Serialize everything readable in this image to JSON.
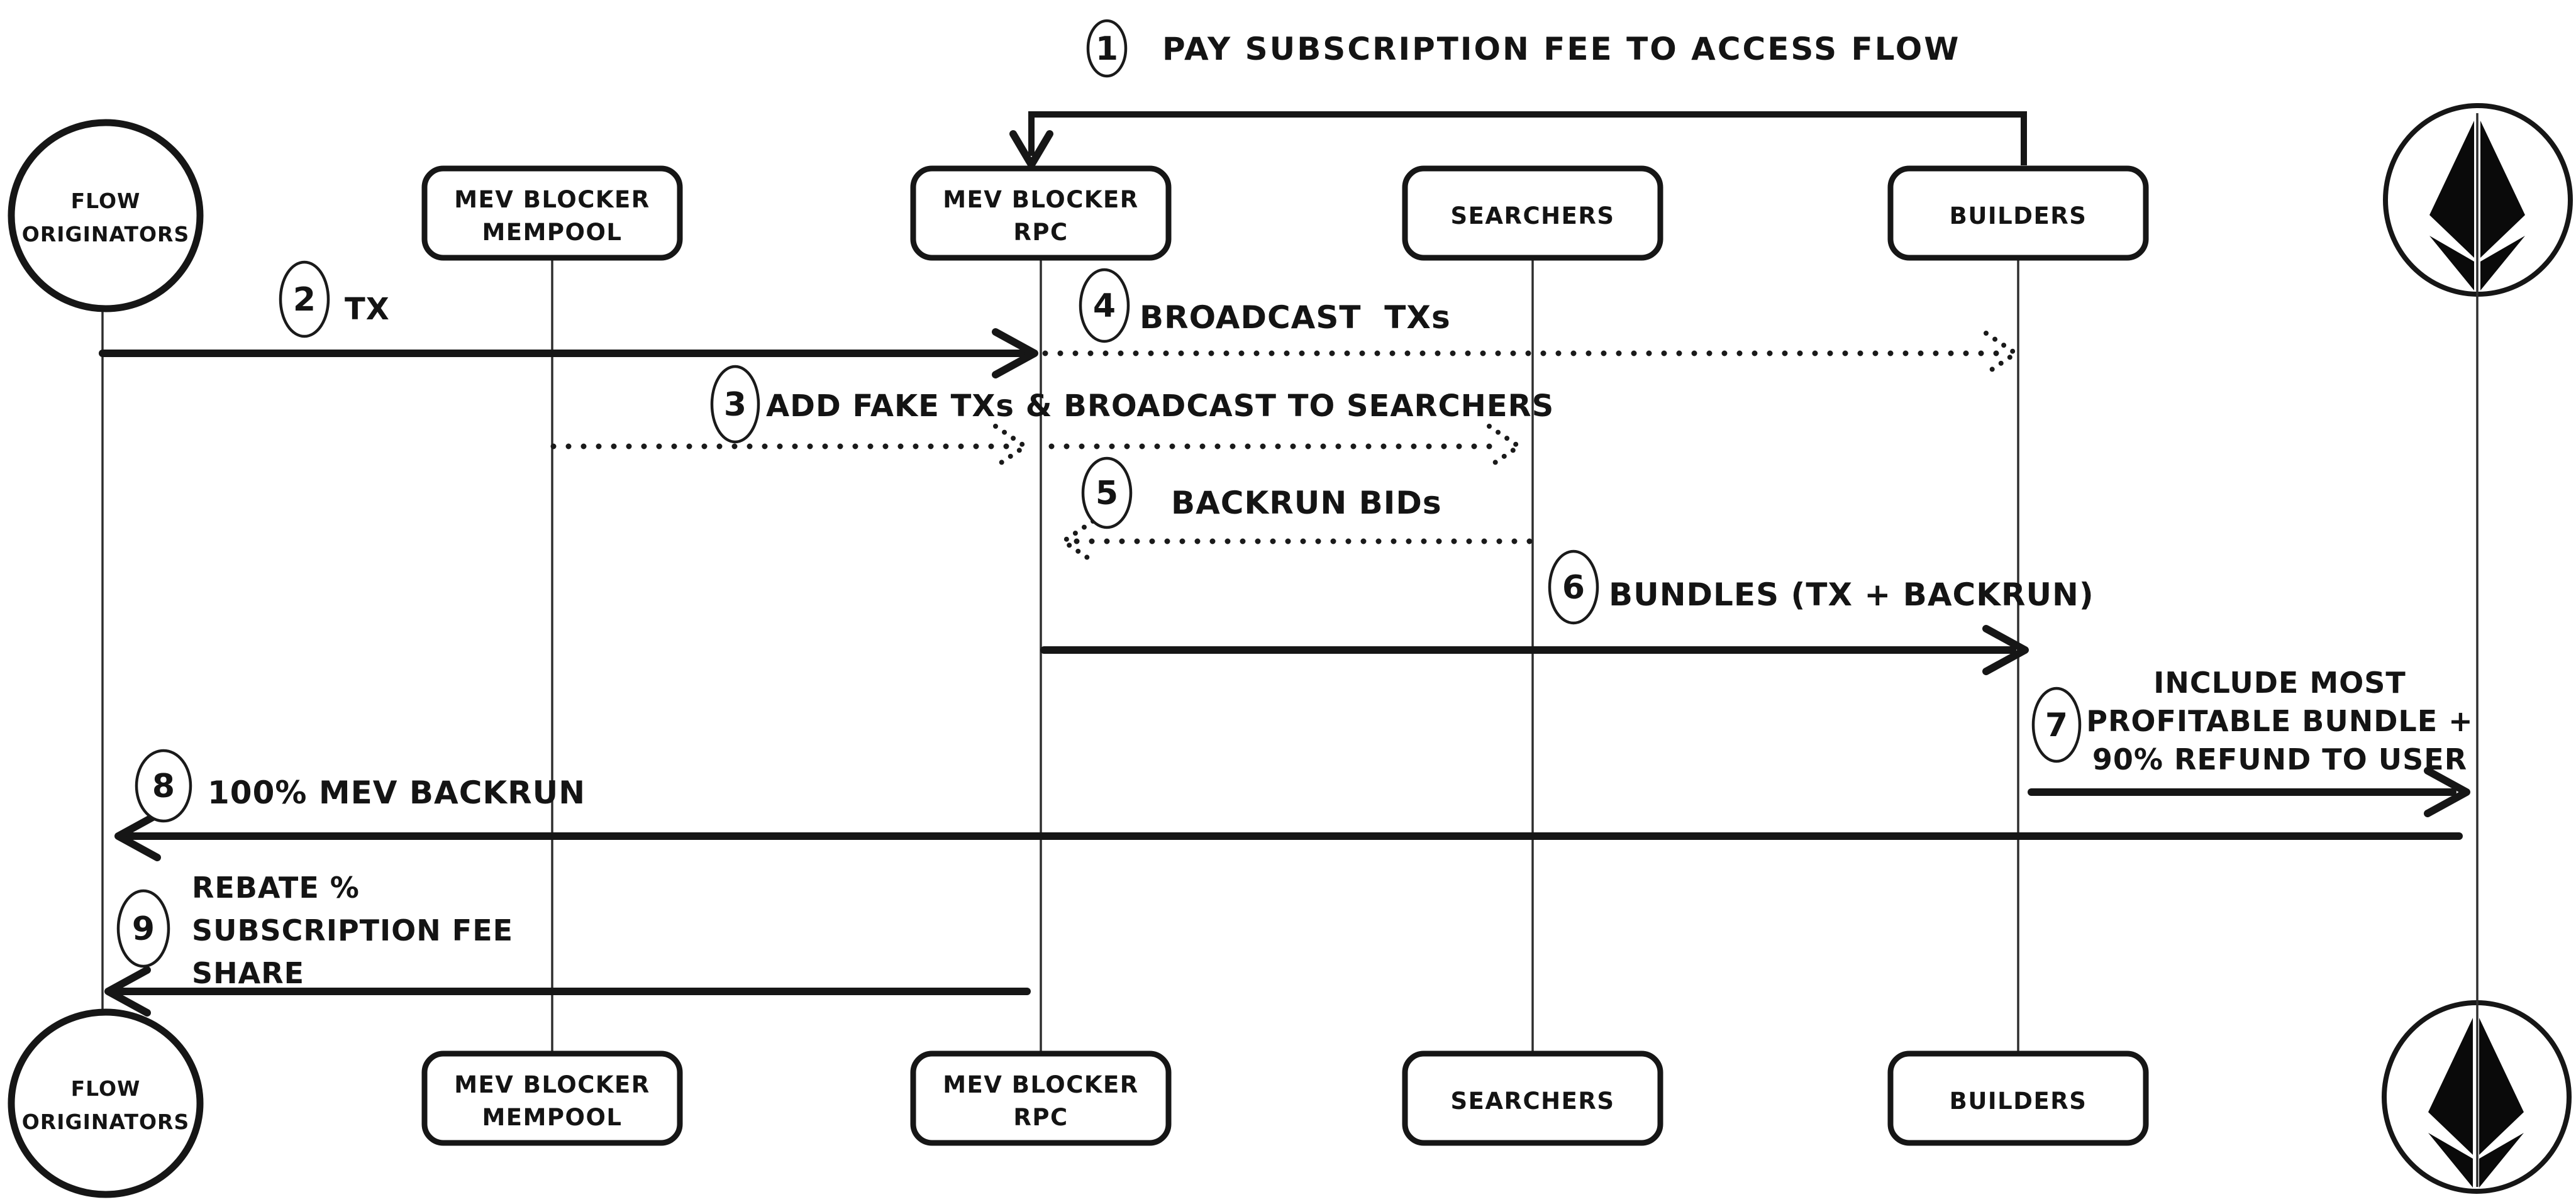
{
  "title": "MEV Blocker order flow sequence diagram",
  "colors": {
    "ink": "#161616",
    "background": "#ffffff"
  },
  "actors": [
    {
      "id": "flow-originators",
      "shape": "circle",
      "lines": [
        "FLOW",
        "ORIGINATORS"
      ]
    },
    {
      "id": "mev-blocker-mempool",
      "shape": "box",
      "lines": [
        "MEV BLOCKER",
        "MEMPOOL"
      ]
    },
    {
      "id": "mev-blocker-rpc",
      "shape": "box",
      "lines": [
        "MEV BLOCKER",
        "RPC"
      ]
    },
    {
      "id": "searchers",
      "shape": "box",
      "lines": [
        "SEARCHERS"
      ]
    },
    {
      "id": "builders",
      "shape": "box",
      "lines": [
        "BUILDERS"
      ]
    },
    {
      "id": "ethereum",
      "shape": "circle",
      "icon": "ethereum-logo-icon"
    }
  ],
  "messages": [
    {
      "num": "1",
      "text": "PAY SUBSCRIPTION FEE TO ACCESS FLOW",
      "from": "builders",
      "to": "mev-blocker-rpc",
      "style": "solid"
    },
    {
      "num": "2",
      "text": "TX",
      "from": "flow-originators",
      "to": "mev-blocker-rpc",
      "style": "solid"
    },
    {
      "num": "3",
      "text": "ADD FAKE TXs & BROADCAST TO SEARCHERS",
      "from": "mev-blocker-mempool",
      "to": "searchers",
      "style": "dotted"
    },
    {
      "num": "4",
      "text": "BROADCAST  TXs",
      "from": "mev-blocker-rpc",
      "to": "builders",
      "style": "dotted"
    },
    {
      "num": "5",
      "text": "BACKRUN BIDs",
      "from": "searchers",
      "to": "mev-blocker-rpc",
      "style": "dotted"
    },
    {
      "num": "6",
      "text": "BUNDLES (TX + BACKRUN)",
      "from": "mev-blocker-rpc",
      "to": "builders",
      "style": "solid"
    },
    {
      "num": "7",
      "lines": [
        "INCLUDE MOST",
        "PROFITABLE BUNDLE +",
        "90% REFUND TO USER"
      ],
      "from": "builders",
      "to": "ethereum",
      "style": "solid"
    },
    {
      "num": "8",
      "text": "100% MEV BACKRUN",
      "from": "ethereum",
      "to": "flow-originators",
      "style": "solid"
    },
    {
      "num": "9",
      "lines": [
        "REBATE %",
        "SUBSCRIPTION FEE",
        "SHARE"
      ],
      "from": "mev-blocker-rpc",
      "to": "flow-originators",
      "style": "solid"
    }
  ]
}
